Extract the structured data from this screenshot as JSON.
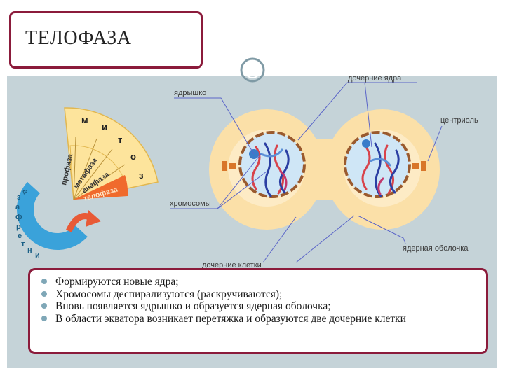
{
  "slide": {
    "title": "ТЕЛОФАЗА",
    "colors": {
      "accent_border": "#8b1b3b",
      "panel_bg": "#c5d3d8",
      "bullet_dot": "#7fa7b7"
    }
  },
  "diagram": {
    "labels": {
      "nucleolus": "ядрышко",
      "daughter_nuclei": "дочерние ядра",
      "centriole": "центриоль",
      "chromosomes": "хромосомы",
      "nuclear_envelope": "ядерная оболочка",
      "daughter_cells": "дочерние клетки"
    },
    "cycle_wheel": {
      "mitosis_letters": [
        "м",
        "и",
        "т",
        "о",
        "з"
      ],
      "phases": [
        "профаза",
        "метафаза",
        "анафаза",
        "телофаза"
      ],
      "interphase_letters": [
        "и",
        "н",
        "т",
        "е",
        "р",
        "ф",
        "а",
        "з",
        "а"
      ],
      "colors": {
        "wheel": "#fde49c",
        "telophase_sector": "#f06a2c",
        "interphase_arc": "#3aa2da",
        "arrow": "#e85a36"
      }
    }
  },
  "bullets": [
    "Формируются новые ядра;",
    "Хромосомы деспирализуются (раскручиваются);",
    "Вновь появляется ядрышко и образуется ядерная оболочка;",
    "В области экватора возникает перетяжка и образуются две дочерние клетки"
  ]
}
